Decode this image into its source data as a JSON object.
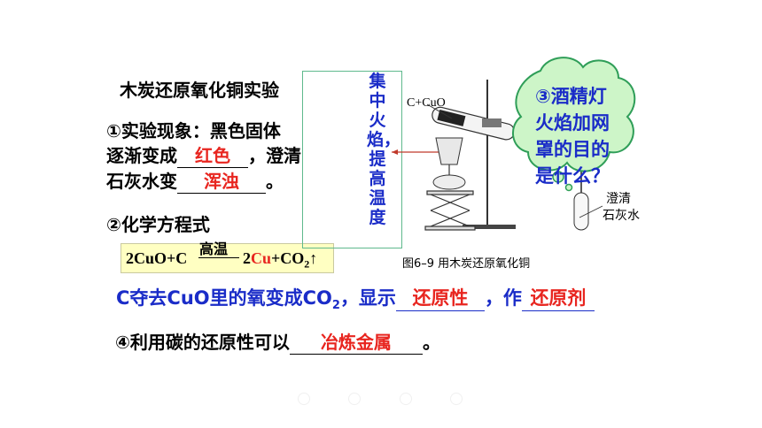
{
  "title": "木炭还原氧化铜实验",
  "phenomenon": {
    "line1": "①实验现象：黑色固体",
    "line2_pre": "逐渐变成",
    "answer1": "红色",
    "line2_post": "，澄清",
    "line3_pre": "石灰水变",
    "answer2": "浑浊",
    "line3_post": "。"
  },
  "equation_heading": "②化学方程式",
  "equation": {
    "left": "2CuO+C",
    "condition": "高温",
    "coef": "2",
    "product_cu": "Cu",
    "product_co2": "+CO",
    "subscript": "2",
    "arrow": "↑"
  },
  "vertical_note": "集中火焰，提高温度",
  "conclusion": {
    "pre": "C夺去CuO里的氧变成CO",
    "sub": "2",
    "mid": "，显示",
    "answer3": "还原性",
    "mid2": "，作",
    "answer4": "还原剂"
  },
  "use": {
    "pre": "④利用碳的还原性可以",
    "answer5": "冶炼金属",
    "post": "。"
  },
  "cloud_question": [
    "③酒精灯",
    "火焰加网",
    "罩的目的",
    "是什么？"
  ],
  "figure": {
    "label_reactants": "C+CuO",
    "label_limewater_1": "澄清",
    "label_limewater_2": "石灰水",
    "caption": "图6–9 用木炭还原氧化铜"
  },
  "colors": {
    "answer_red": "#e8251f",
    "note_blue": "#1a2cc8",
    "box_green": "#5fb98d",
    "cloud_fill": "#cdf5c8",
    "cloud_stroke": "#2f9e58",
    "equation_bg": "#ffffc2"
  }
}
